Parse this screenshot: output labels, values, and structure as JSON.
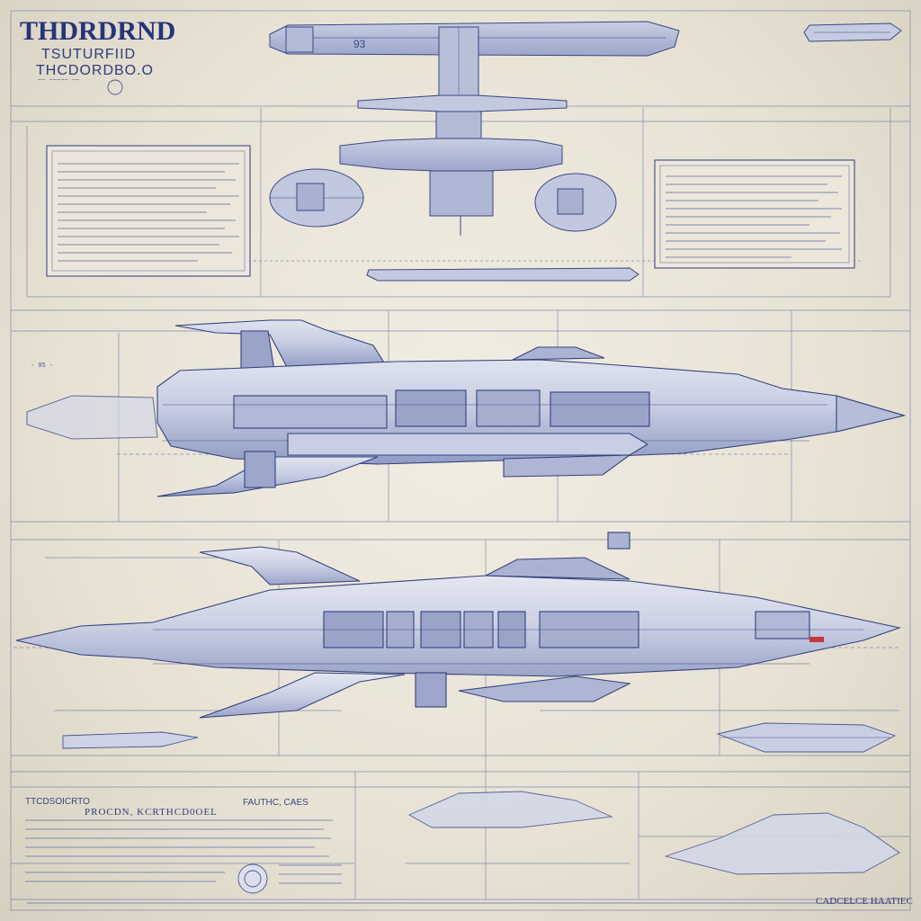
{
  "title_block": {
    "main_title": "THDRDRND",
    "subtitle_1": "TSUTURFIID",
    "subtitle_2": "THCDORDBO.O",
    "small_note": "~~ ~~~~~ ~~"
  },
  "labels": {
    "hull_number": "93",
    "sideview_tag": "- 95 -",
    "bottom_left": "TTCDSOICRTO",
    "bottom_center_1": "PROCDN, KCRTHCD0OEL",
    "bottom_center_2": "FAUTHC, CAES",
    "bottom_right": "CADCELCE HAATIEC"
  },
  "colors": {
    "paper": "#ebe6d9",
    "ink": "#2c3a7a",
    "hull_fill": "#c7cce0",
    "hull_shadow": "#8e99c2",
    "accent_red": "#c23a3a"
  }
}
